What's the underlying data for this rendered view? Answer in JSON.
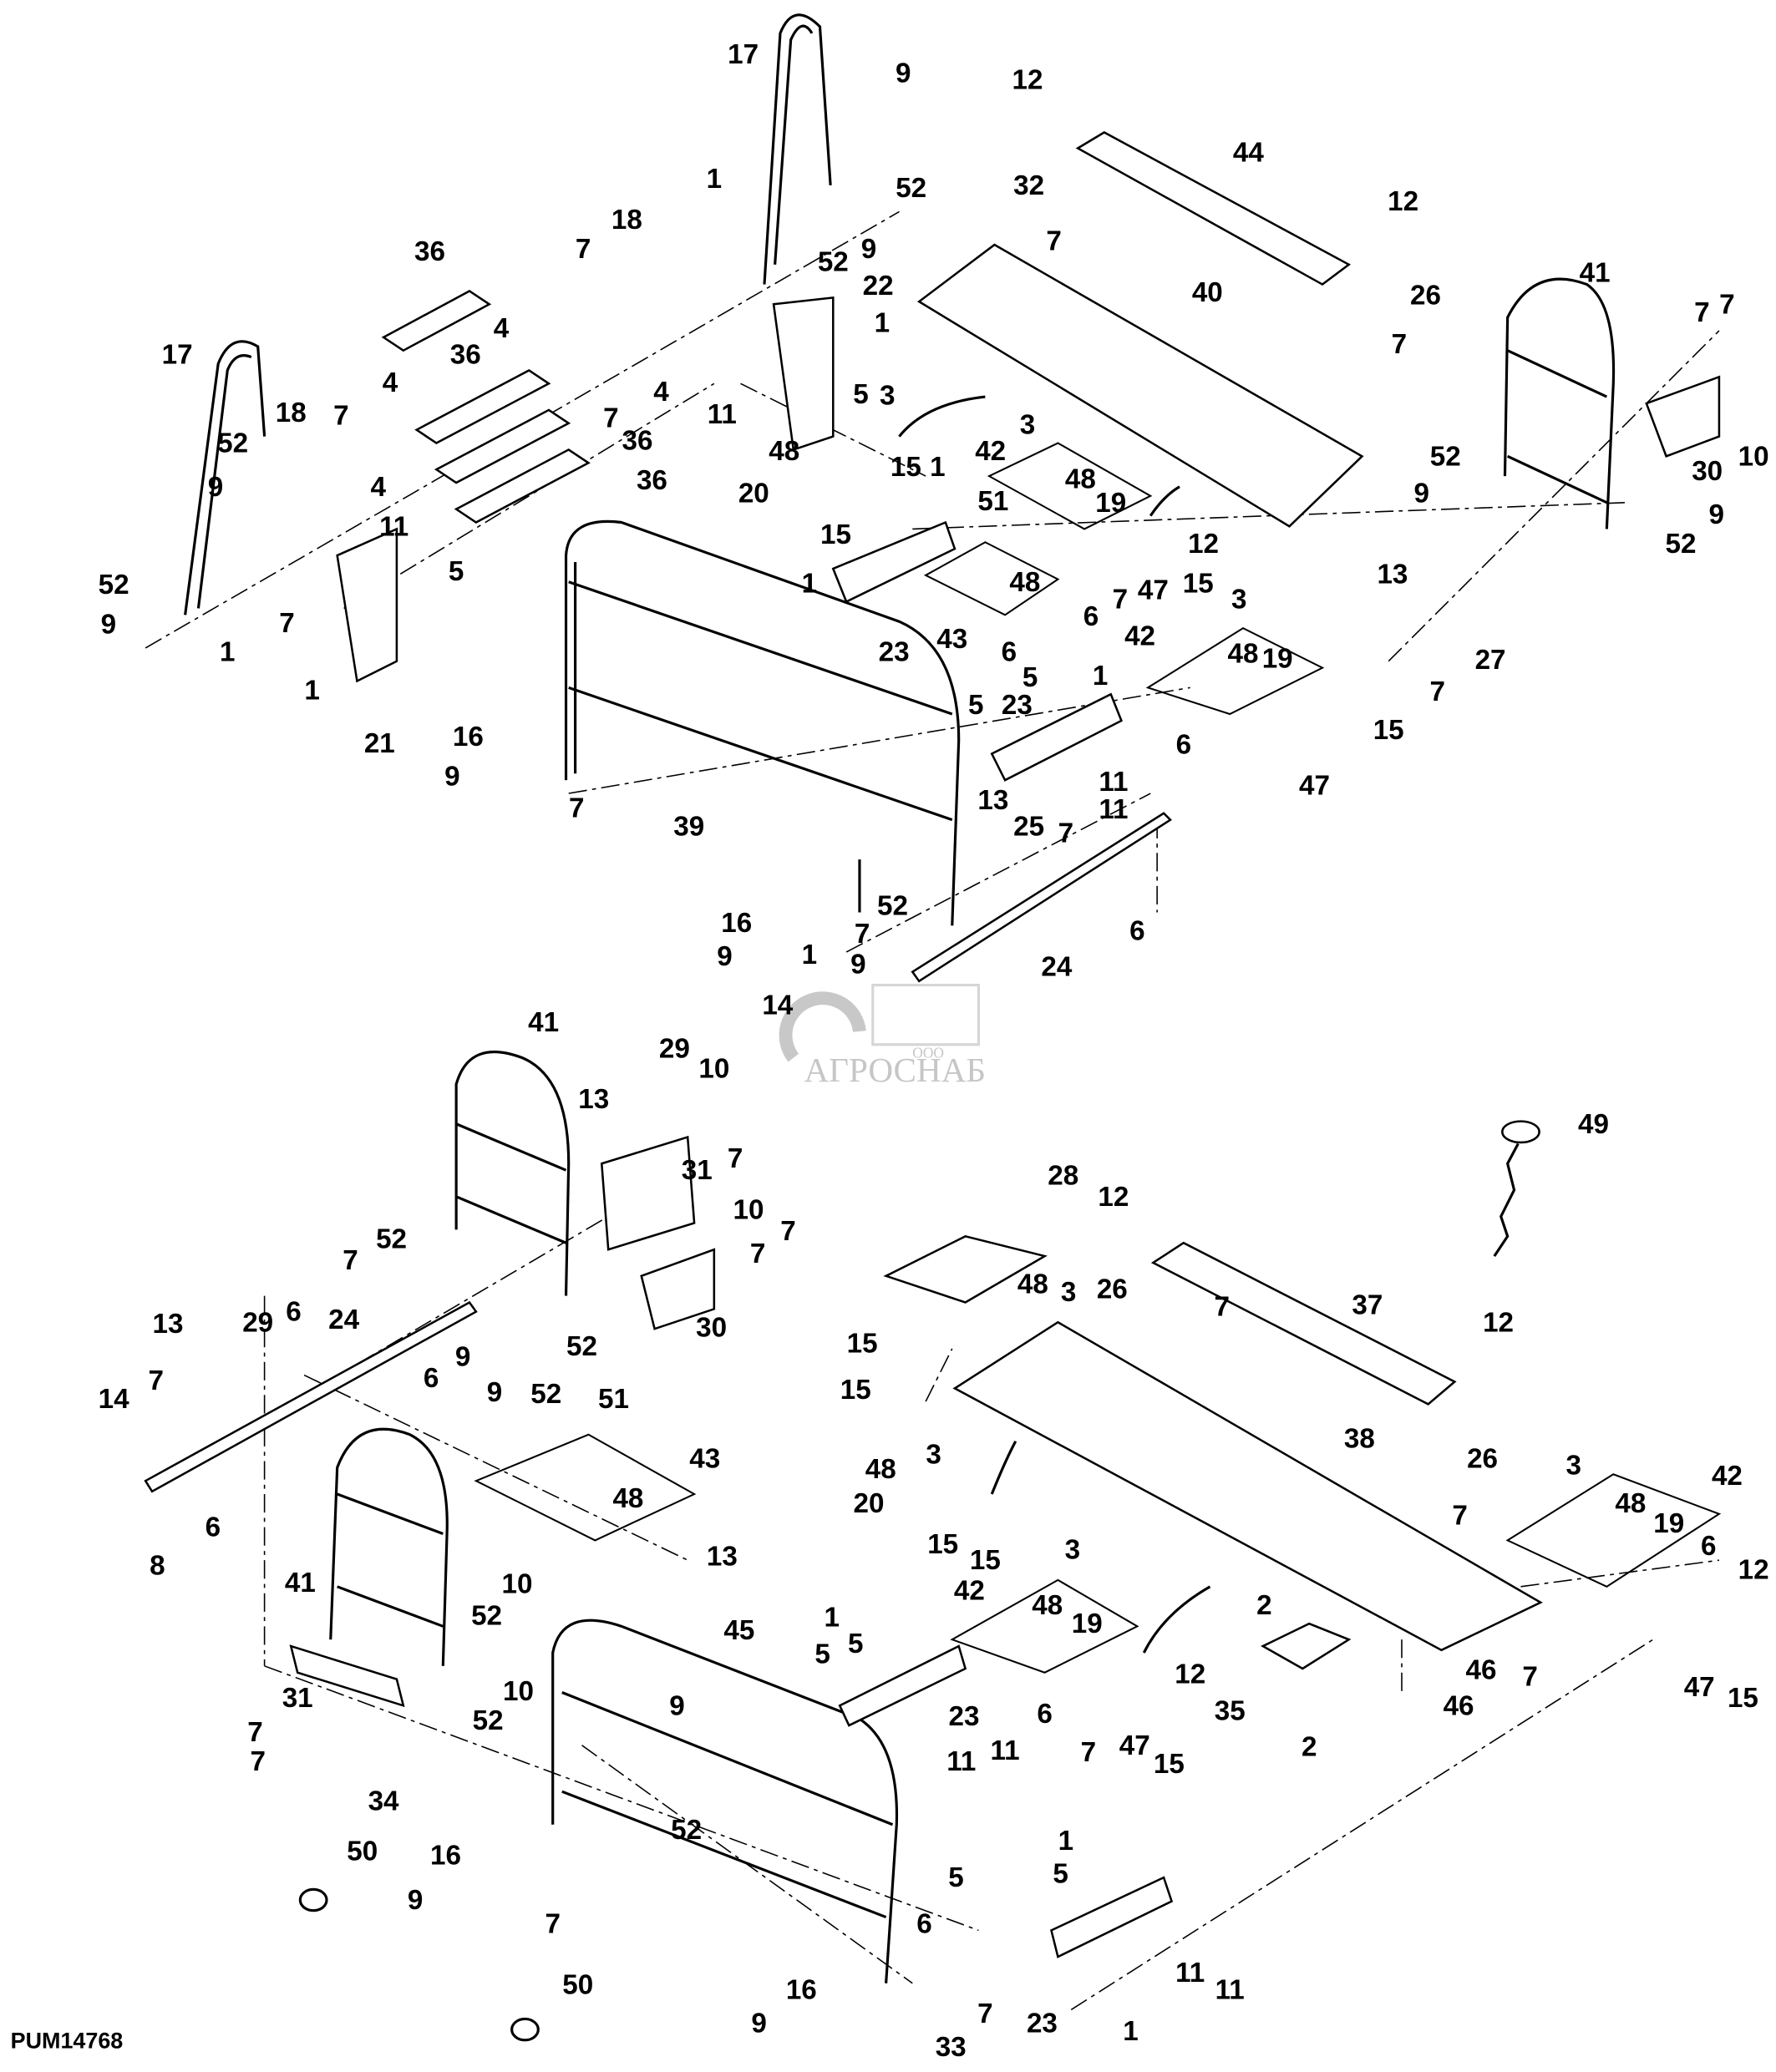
{
  "figure_id": "PUM14768",
  "watermark": {
    "prefix": "ООО",
    "company": "АГРОСНАБ"
  },
  "callouts": [
    "17",
    "9",
    "52",
    "1",
    "12",
    "44",
    "32",
    "12",
    "7",
    "7",
    "18",
    "52",
    "9",
    "36",
    "22",
    "1",
    "26",
    "7",
    "40",
    "41",
    "7",
    "7",
    "17",
    "4",
    "36",
    "4",
    "18",
    "7",
    "4",
    "7",
    "36",
    "11",
    "5",
    "3",
    "52",
    "36",
    "48",
    "3",
    "42",
    "48",
    "30",
    "10",
    "52",
    "9",
    "4",
    "20",
    "15",
    "1",
    "51",
    "19",
    "9",
    "9",
    "11",
    "15",
    "12",
    "52",
    "5",
    "1",
    "48",
    "13",
    "52",
    "9",
    "1",
    "7",
    "6",
    "7",
    "47",
    "15",
    "3",
    "23",
    "43",
    "6",
    "42",
    "48",
    "19",
    "27",
    "1",
    "5",
    "1",
    "7",
    "21",
    "23",
    "5",
    "16",
    "6",
    "15",
    "11",
    "9",
    "7",
    "11",
    "47",
    "13",
    "25",
    "7",
    "39",
    "16",
    "52",
    "7",
    "9",
    "9",
    "1",
    "24",
    "6",
    "14",
    "41",
    "29",
    "10",
    "13",
    "49",
    "7",
    "31",
    "28",
    "12",
    "10",
    "7",
    "7",
    "52",
    "7",
    "48",
    "3",
    "26",
    "7",
    "37",
    "12",
    "30",
    "29",
    "13",
    "24",
    "6",
    "52",
    "9",
    "6",
    "9",
    "52",
    "15",
    "7",
    "14",
    "15",
    "51",
    "43",
    "48",
    "26",
    "38",
    "3",
    "48",
    "3",
    "42",
    "48",
    "19",
    "20",
    "6",
    "7",
    "15",
    "15",
    "13",
    "3",
    "6",
    "12",
    "8",
    "41",
    "10",
    "42",
    "48",
    "19",
    "2",
    "45",
    "52",
    "1",
    "5",
    "5",
    "46",
    "7",
    "12",
    "47",
    "15",
    "10",
    "52",
    "6",
    "35",
    "46",
    "23",
    "9",
    "11",
    "7",
    "47",
    "15",
    "2",
    "31",
    "11",
    "7",
    "7",
    "52",
    "34",
    "50",
    "16",
    "1",
    "5",
    "5",
    "9",
    "7",
    "6",
    "11",
    "11",
    "23",
    "1",
    "16",
    "7",
    "50",
    "9",
    "33"
  ]
}
